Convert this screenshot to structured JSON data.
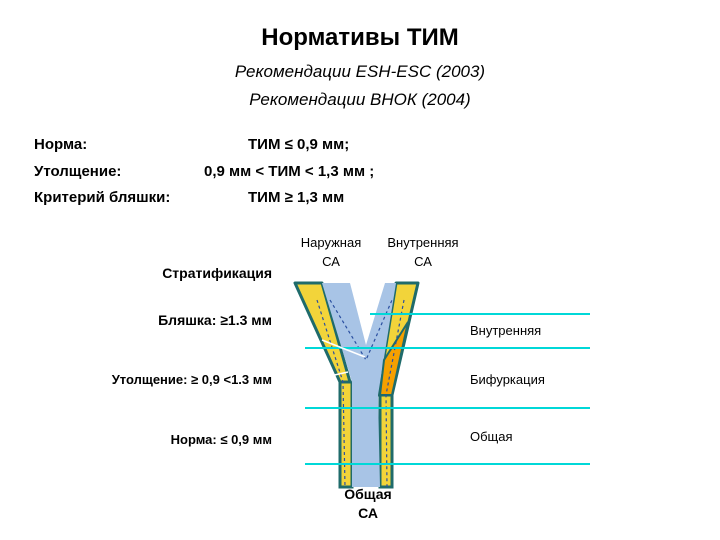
{
  "header": {
    "title": "Нормативы ТИМ",
    "subtitle1": "Рекомендации ESH-ESC (2003)",
    "subtitle2": "Рекомендации ВНОК (2004)"
  },
  "criteria": [
    {
      "label": "Норма:",
      "value": "ТИМ ≤ 0,9 мм;"
    },
    {
      "label": "Утолщение:",
      "value": "0,9 мм < ТИМ  < 1,3 мм ;"
    },
    {
      "label": "Критерий бляшки:",
      "value": "ТИМ ≥ 1,3 мм"
    }
  ],
  "stratification": {
    "title": "Стратификация",
    "plaque": "Бляшка: ≥1.3 мм",
    "thickening": "Утолщение: ≥ 0,9 <1.3 мм",
    "norm": "Норма: ≤ 0,9 мм"
  },
  "vessels": {
    "external_line1": "Наружная",
    "external_line2": "СА",
    "internal_line1": "Внутренняя",
    "internal_line2": "СА",
    "common_line1": "Общая",
    "common_line2": "СА"
  },
  "segments": {
    "internal": "Внутренняя",
    "bifurcation": "Бифуркация",
    "common": "Общая"
  },
  "colors": {
    "wall_outline": "#1f6b6b",
    "wall_fill": "#f2d43a",
    "lumen": "#a8c4e6",
    "plaque": "#f5a000",
    "guide_lines": "#00d8d8",
    "lumen_dash": "#2a4fa0"
  }
}
